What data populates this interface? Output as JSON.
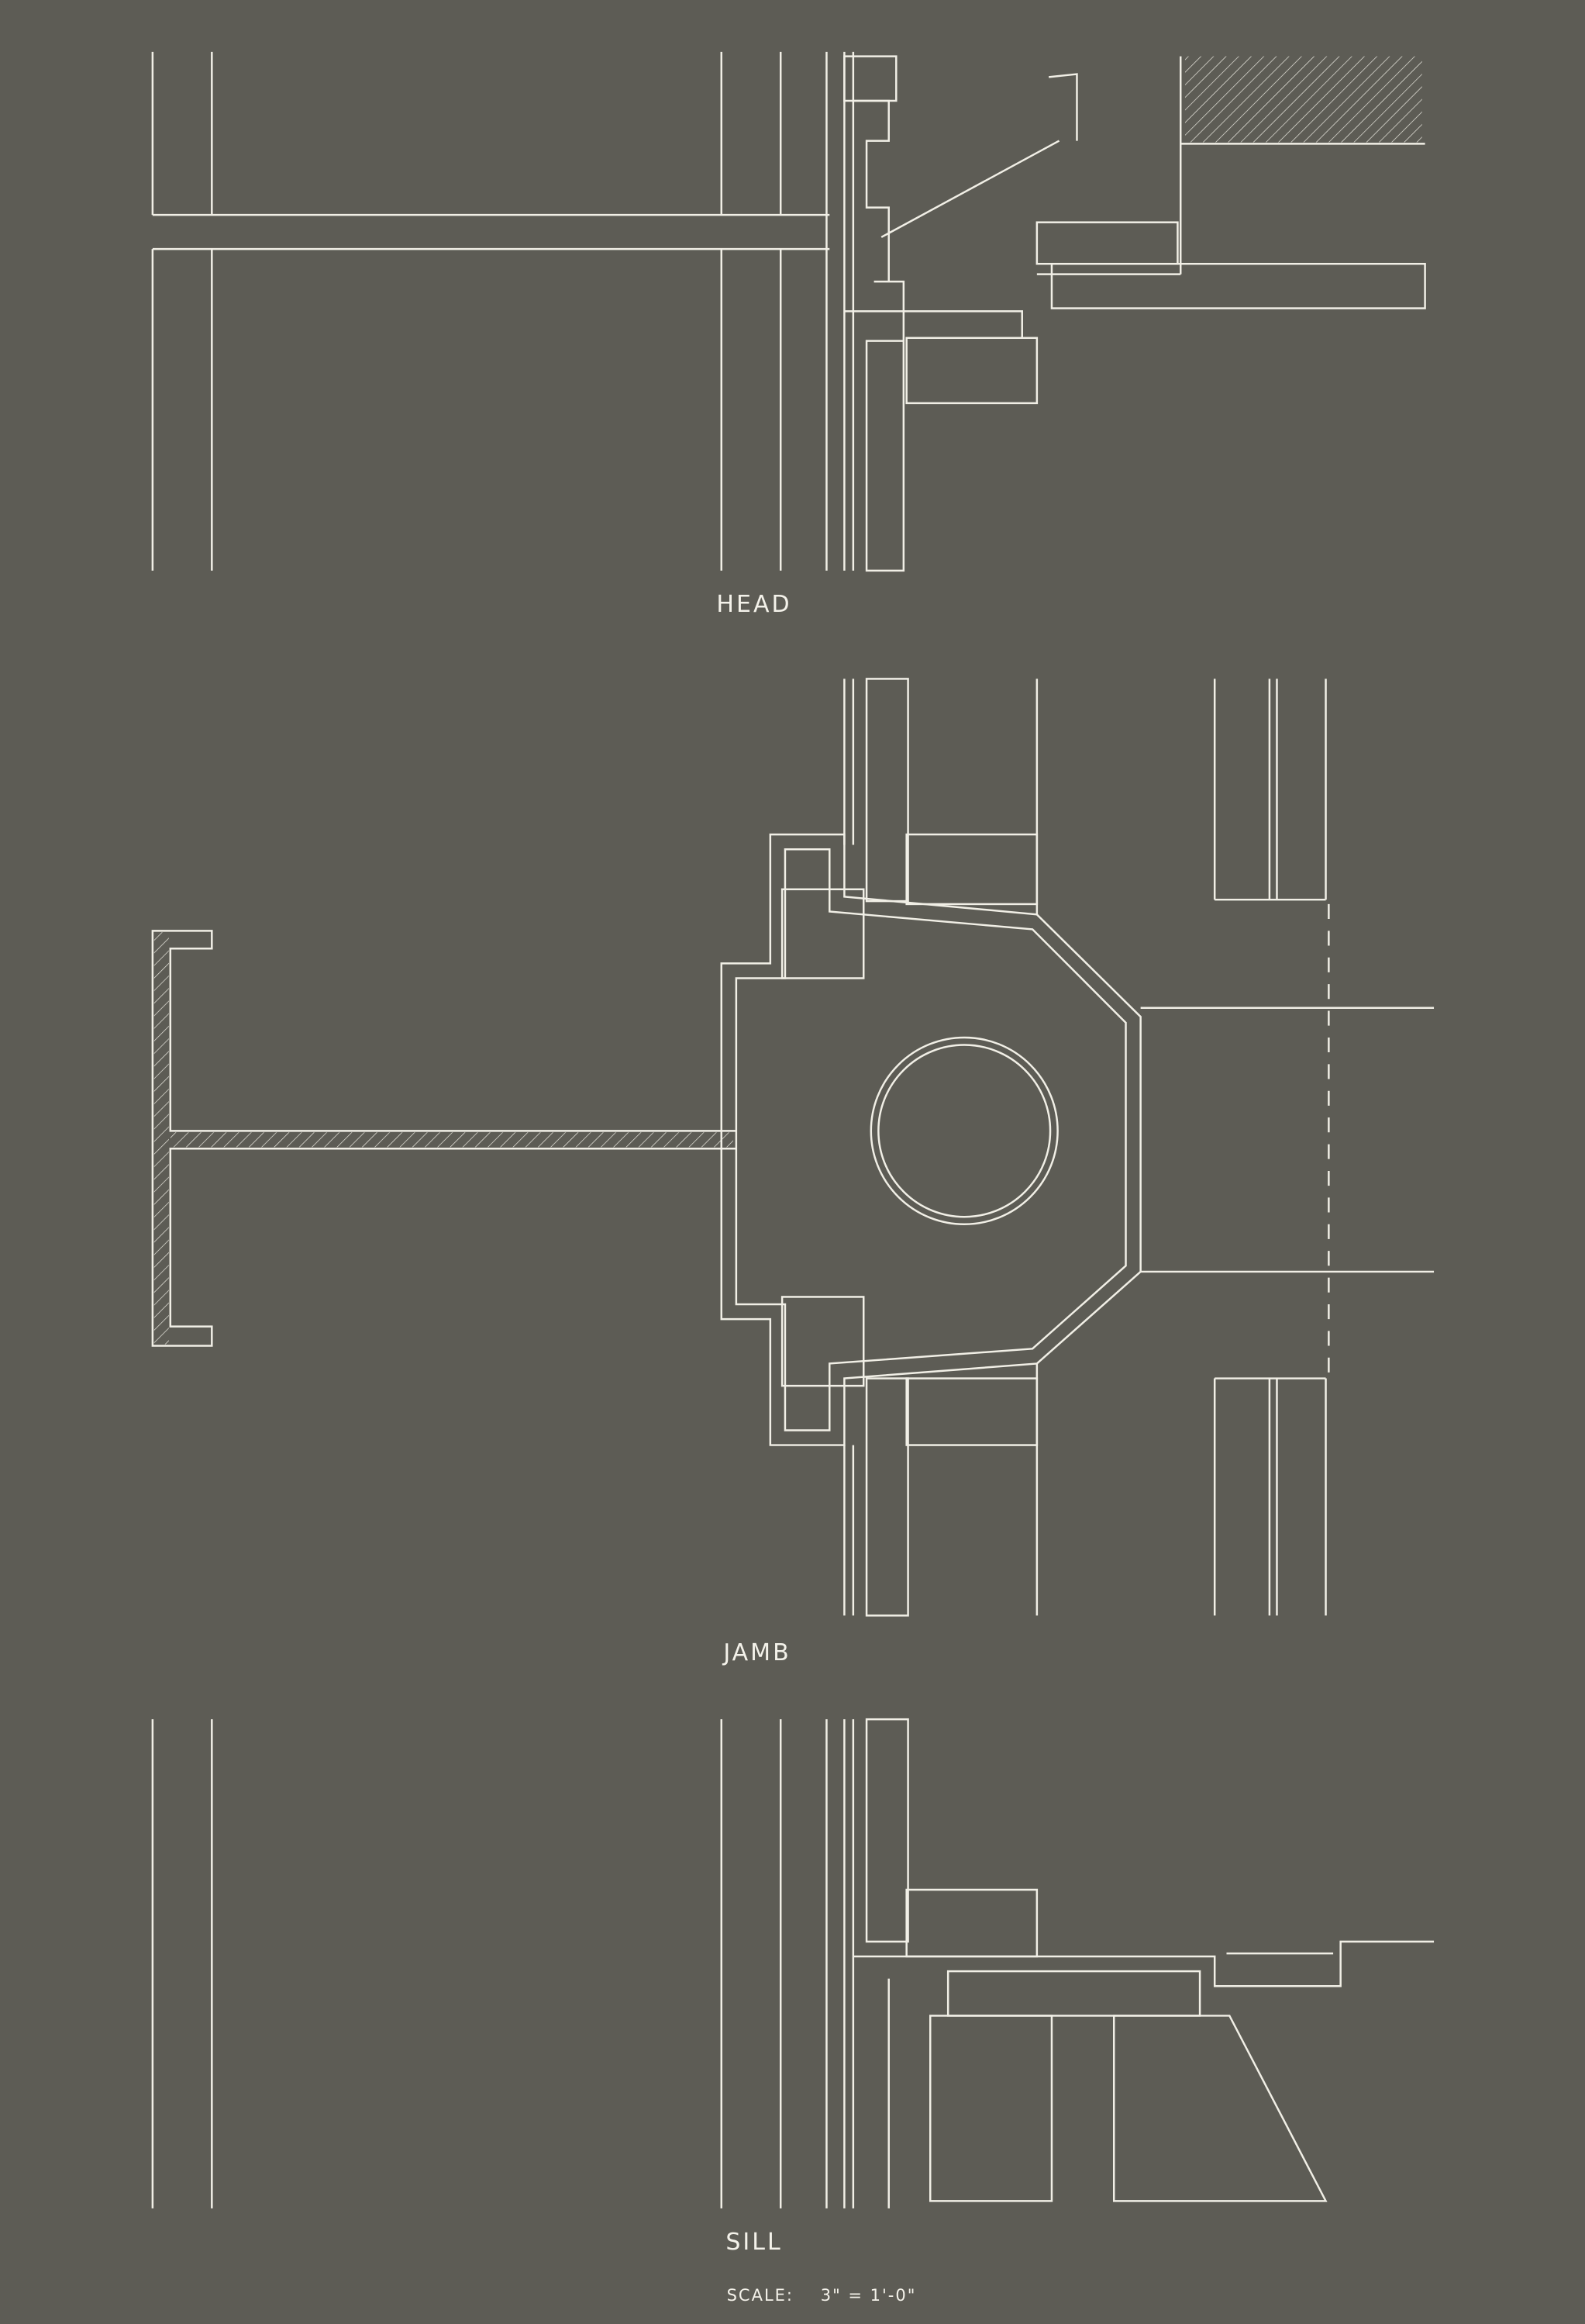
{
  "labels": {
    "head": "HEAD",
    "jamb": "JAMB",
    "sill": "SILL",
    "scale_label": "SCALE:",
    "scale_value": "3\" = 1'-0\""
  },
  "colors": {
    "background": "#5d5c55",
    "linework": "#f1efe6"
  }
}
